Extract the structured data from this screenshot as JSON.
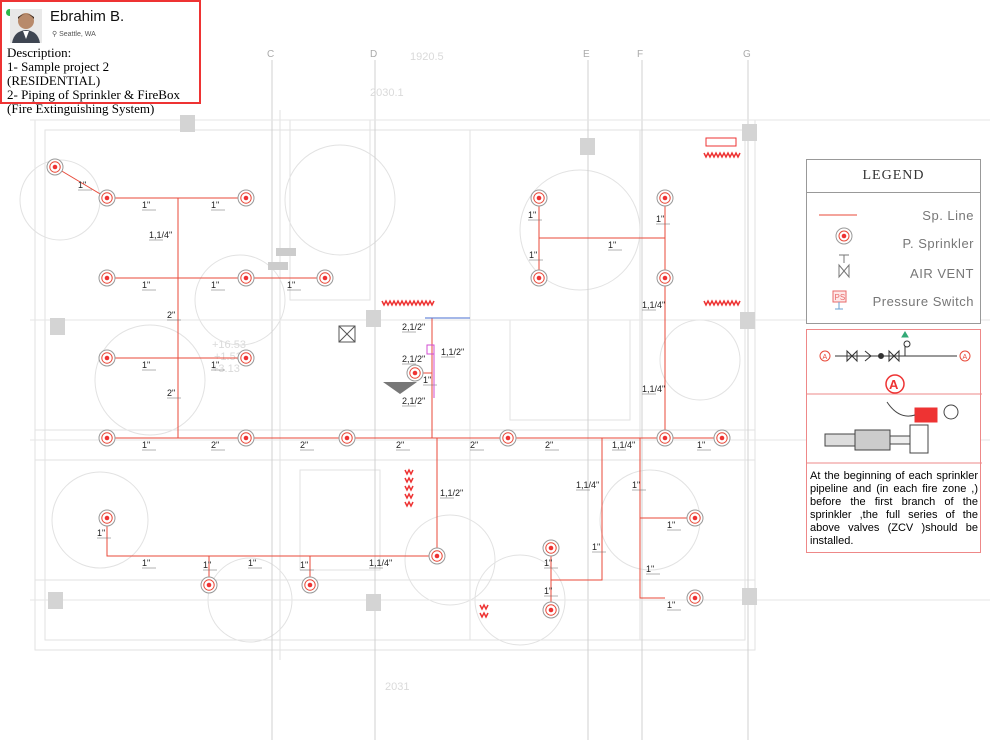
{
  "profile": {
    "name": "Ebrahim B.",
    "location": "Seattle, WA",
    "description": "Description:\n1- Sample project 2 (RESIDENTIAL)\n2- Piping of Sprinkler & FireBox\n(Fire Extinguishing System)"
  },
  "legend": {
    "title": "LEGEND",
    "items": [
      {
        "label": "Sp. Line",
        "icon": "pipe-line"
      },
      {
        "label": "P. Sprinkler",
        "icon": "sprinkler-head"
      },
      {
        "label": "AIR VENT",
        "icon": "air-vent-valve"
      },
      {
        "label": "Pressure Switch",
        "icon": "pressure-switch",
        "badge": "PS"
      }
    ]
  },
  "valve_detail": {
    "marker": "A",
    "note": "At the beginning of each sprinkler pipeline and (in each fire zone ,) before the first branch of the sprinkler ,the full series of the above valves (ZCV )should be installed."
  },
  "grid_labels": [
    "C",
    "D",
    "E",
    "F",
    "G"
  ],
  "faint_labels": [
    "1920.5",
    "2030.1",
    "+16.53",
    "+1.53",
    "+3.13",
    "2031"
  ],
  "pipe_labels": [
    "1\"",
    "1,1/4\"",
    "2\"",
    "2,1/2\"",
    "1,1/2\""
  ],
  "colors": {
    "pipe": "#e84a3a",
    "accent": "#e33333",
    "grid": "#bbbbbb"
  }
}
